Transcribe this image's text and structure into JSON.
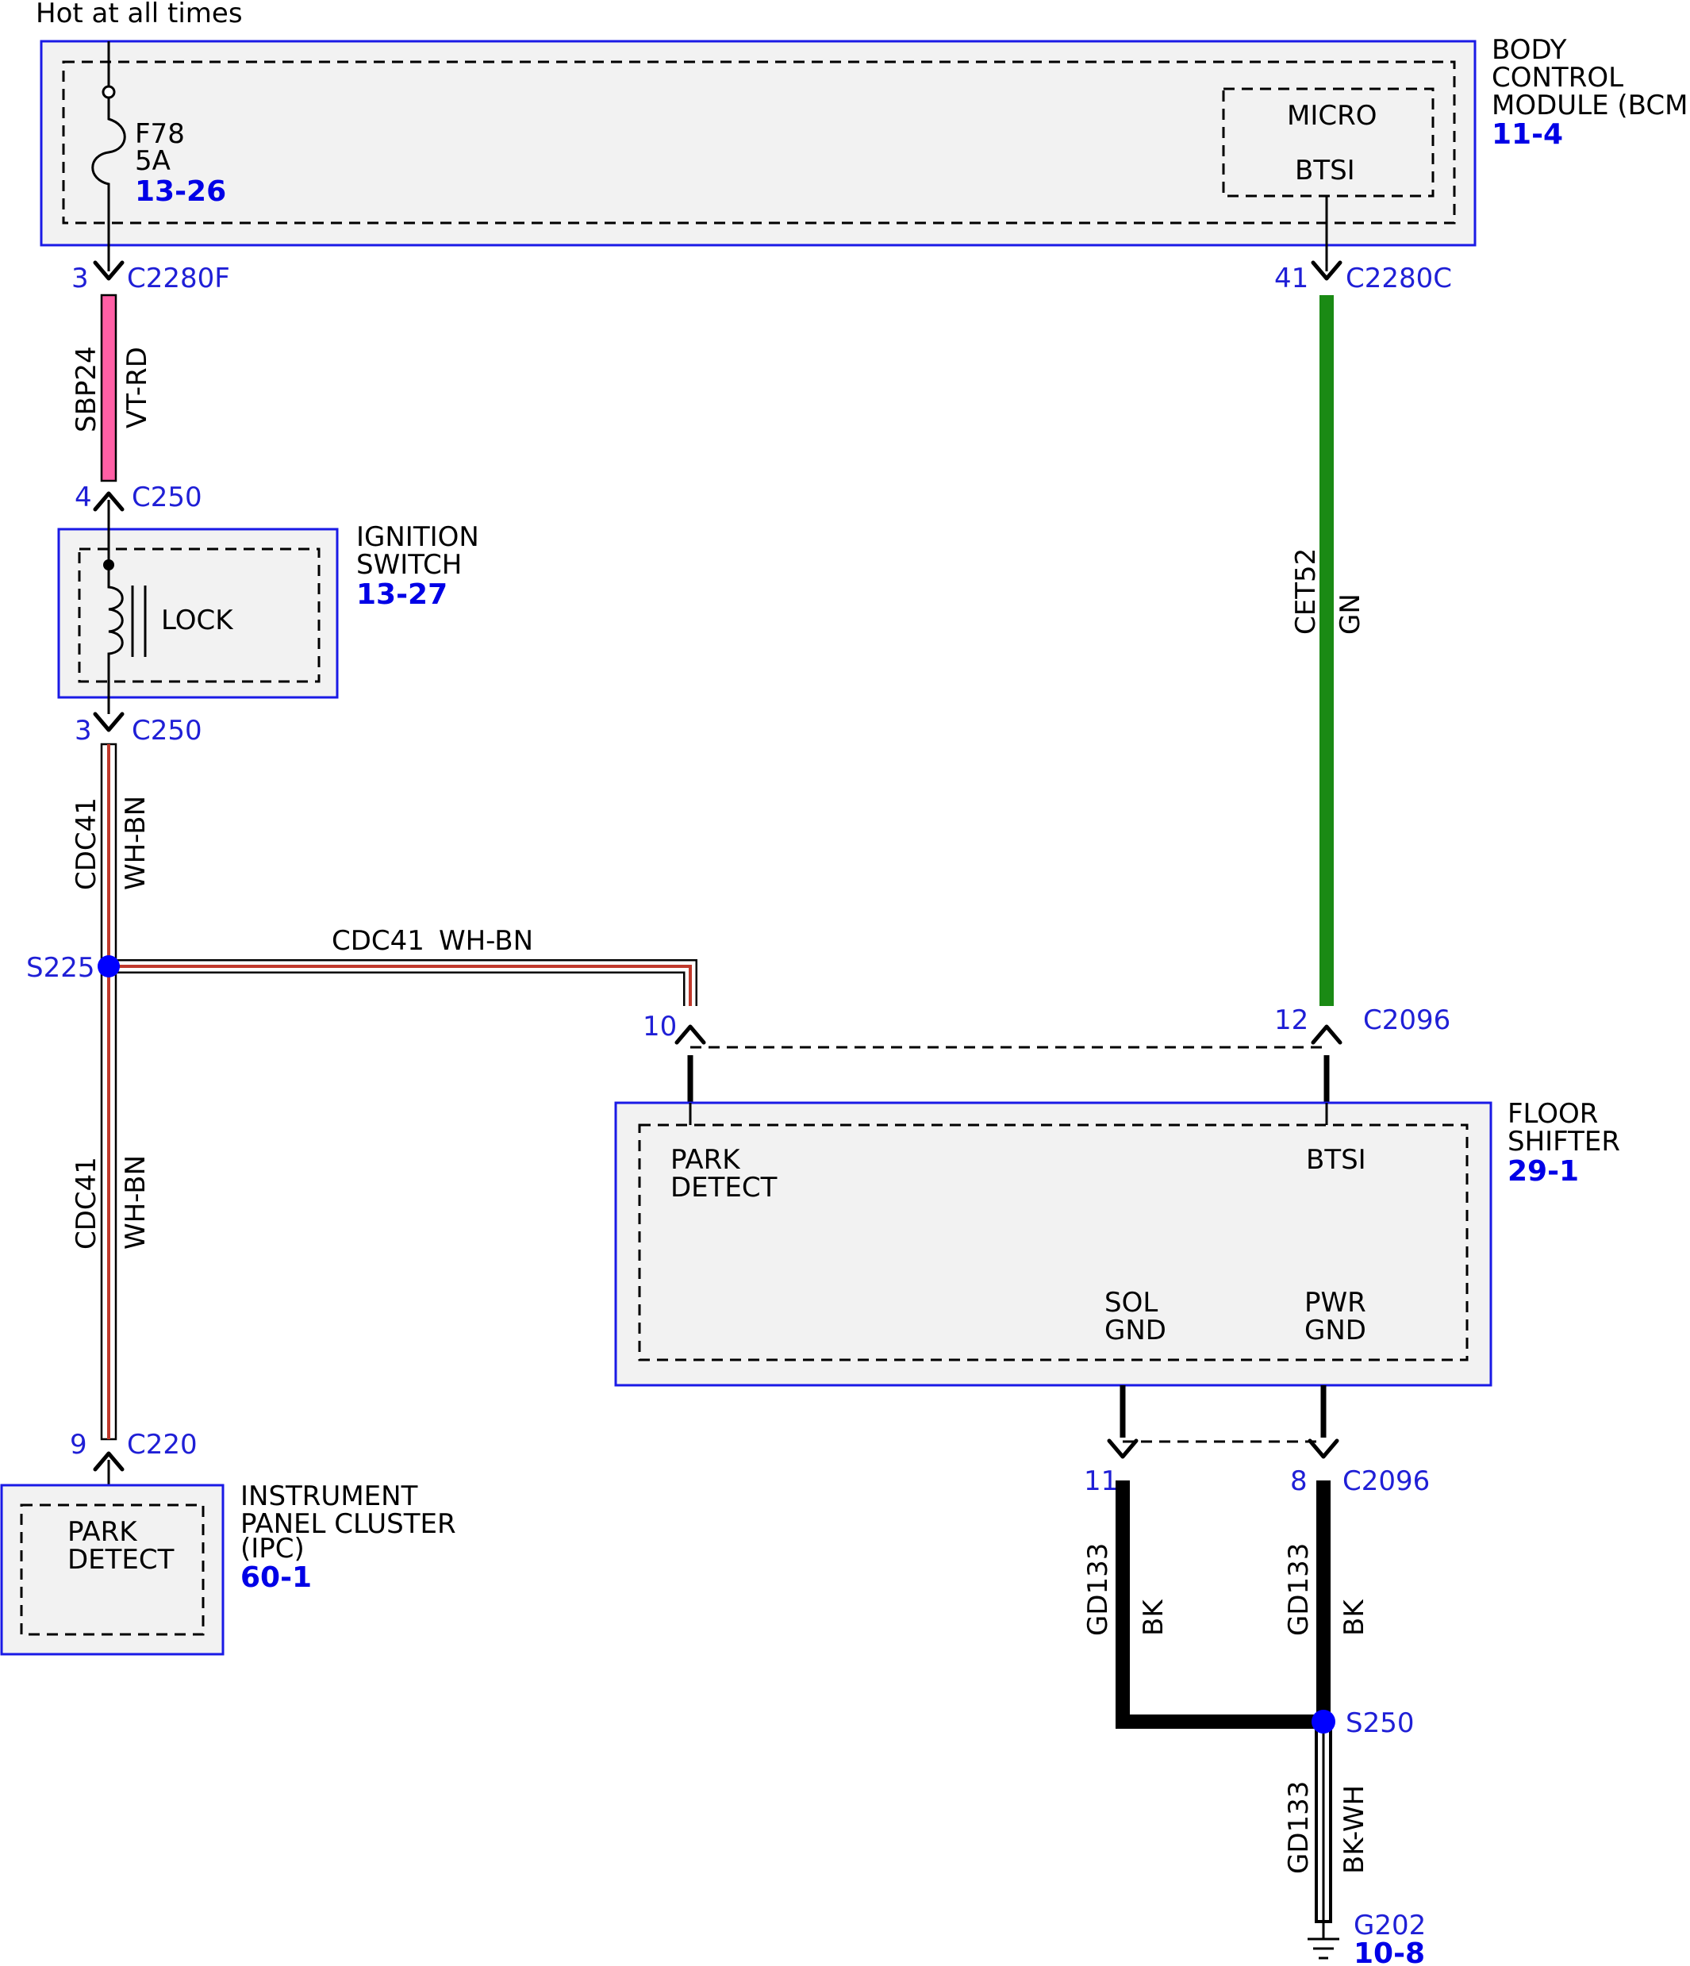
{
  "power_label": "Hot at all times",
  "bcm": {
    "name_lines": [
      "BODY",
      "CONTROL",
      "MODULE (BCM)"
    ],
    "ref": "11-4",
    "fuse_name": "F78",
    "fuse_rating": "5A",
    "fuse_ref": "13-26",
    "micro": "MICRO",
    "btsi": "BTSI"
  },
  "connectors": {
    "c2280f_pin": "3",
    "c2280f_name": "C2280F",
    "c2280c_pin": "41",
    "c2280c_name": "C2280C",
    "c250_top_pin": "4",
    "c250_top_name": "C250",
    "c250_bot_pin": "3",
    "c250_bot_name": "C250",
    "c220_pin": "9",
    "c220_name": "C220",
    "c2096_10_pin": "10",
    "c2096_12_pin": "12",
    "c2096_12_name": "C2096",
    "c2096_11_pin": "11",
    "c2096_8_pin": "8",
    "c2096_8_name": "C2096"
  },
  "wires": {
    "sbp24": {
      "circuit": "SBP24",
      "color": "VT-RD"
    },
    "cet52": {
      "circuit": "CET52",
      "color": "GN"
    },
    "cdc41_upper": {
      "circuit": "CDC41",
      "color": "WH-BN"
    },
    "cdc41_horizontal": {
      "circuit": "CDC41",
      "color": "WH-BN"
    },
    "cdc41_lower": {
      "circuit": "CDC41",
      "color": "WH-BN"
    },
    "gd133_left": {
      "circuit": "GD133",
      "color": "BK"
    },
    "gd133_right": {
      "circuit": "GD133",
      "color": "BK"
    },
    "gd133_ground": {
      "circuit": "GD133",
      "color": "BK-WH"
    }
  },
  "ignition_switch": {
    "name_lines": [
      "IGNITION",
      "SWITCH"
    ],
    "ref": "13-27",
    "lock": "LOCK"
  },
  "splices": {
    "s225": "S225",
    "s250": "S250"
  },
  "floor_shifter": {
    "name_lines": [
      "FLOOR",
      "SHIFTER"
    ],
    "ref": "29-1",
    "park_detect_lines": [
      "PARK",
      "DETECT"
    ],
    "btsi": "BTSI",
    "sol_gnd_lines": [
      "SOL",
      "GND"
    ],
    "pwr_gnd_lines": [
      "PWR",
      "GND"
    ]
  },
  "ipc": {
    "name_lines": [
      "INSTRUMENT",
      "PANEL CLUSTER",
      "(IPC)"
    ],
    "ref": "60-1",
    "park_detect_lines": [
      "PARK",
      "DETECT"
    ]
  },
  "ground": {
    "name": "G202",
    "ref": "10-8"
  },
  "colors": {
    "component_outline": "#1a1ae6",
    "component_fill": "#f2f2f2",
    "link_blue": "#0000e6",
    "wire_violet_red": "#ff5fa5",
    "wire_green": "#1a8a14",
    "wire_white_brown": "#c0392b",
    "wire_black": "#000000",
    "splice_blue": "#0000ff"
  }
}
